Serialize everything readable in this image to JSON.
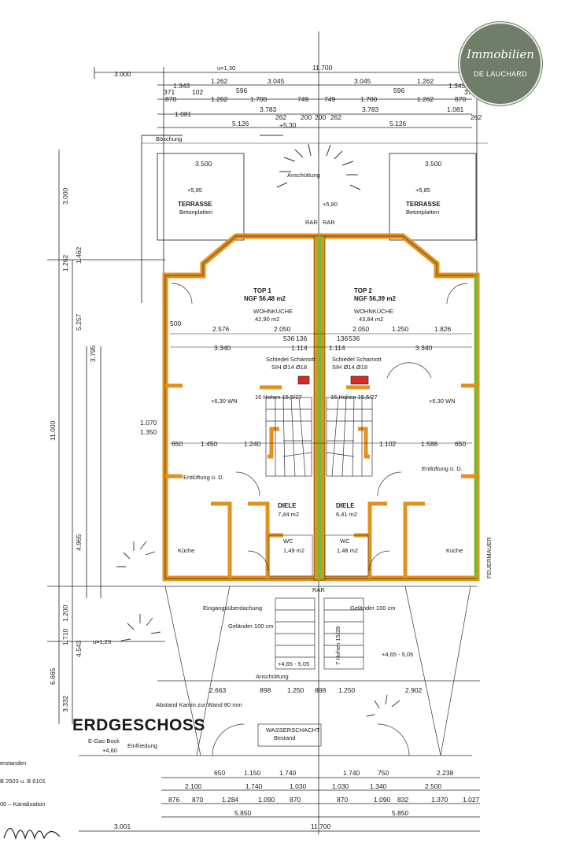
{
  "logo": {
    "line1": "Immobilien",
    "line2": "DE LAUCHARD"
  },
  "drawing": {
    "title": "ERDGESCHOSS",
    "units": [
      {
        "top": "TOP 1",
        "ngf": "NGF 56,48 m2",
        "kitchen": "WOHNKÜCHE",
        "kitchen_area": "42,90 m2",
        "hall": "DIELE",
        "hall_area": "7,44 m2",
        "wc": "WC",
        "wc_area": "1,49 m2",
        "terrace": "TERRASSE",
        "terrace_sub": "Betonplatten",
        "terrace_level": "+5,85",
        "level_wn": "+6,30 WN",
        "kitchen2": "Küche",
        "vent": "Entlüftung ü. D.",
        "chimney": "Schiedel Schamott",
        "chimney_sub": "SIH Ø14 Ø18",
        "stairs": "16 Hohen 15,5/27"
      },
      {
        "top": "TOP 2",
        "ngf": "NGF 56,39 m2",
        "kitchen": "WOHNKÜCHE",
        "kitchen_area": "43,84 m2",
        "hall": "DIELE",
        "hall_area": "6,41 m2",
        "wc": "WC",
        "wc_area": "1,48 m2",
        "terrace": "TERRASSE",
        "terrace_sub": "Betonplatten",
        "terrace_level": "+5,85",
        "level_wn": "+6,30 WN",
        "kitchen2": "Küche",
        "vent": "Entlüftung ü. D.",
        "chimney": "Schiedel Schamott",
        "chimney_sub": "SIH Ø14 Ø18",
        "stairs": "16 Hohen 15,5/27"
      }
    ],
    "labels": {
      "boeschung": "Böschung",
      "anschuettung": "Anschüttung",
      "level_top": "+5,80",
      "rar": "RAR",
      "entrance_roof": "Eingangsüberdachung",
      "railing": "Geländer 100 cm",
      "stairs_entrance": "7 Hohen 15/28",
      "level_entrance": "+4,65 - 5,05",
      "chimney_distance": "Abstand Kamin zur Wand 80 mm",
      "gas": "E-Gas Bock",
      "level_gas": "+4,60",
      "fence": "Einfriedung",
      "shaft": "WASSERSCHACHT",
      "shaft_sub": "Bestand",
      "fire_wall": "FEUERMAUER",
      "ucode": "u=1,30",
      "u2": "u=1,23",
      "left_txt1": "erstanden",
      "left_txt2": "B 2503 u. B 6101",
      "left_txt3": "00 – Kanalisation"
    },
    "dims_top": {
      "overall": "11.700",
      "left": "3.000",
      "row1": [
        "1.343",
        "1.262",
        "3.045",
        "3.045",
        "1.262",
        "1.343"
      ],
      "row1b": [
        "596",
        "596"
      ],
      "row2": [
        "870",
        "1.262",
        "1.700",
        "749",
        "749",
        "1.700",
        "1.262",
        "870"
      ],
      "row2b": [
        "371",
        "102",
        "371"
      ],
      "row3": [
        "1.081",
        "3.783",
        "3.783",
        "1.081"
      ],
      "row3b": [
        "262",
        "262",
        "262"
      ],
      "row4": [
        "5.126",
        "5.126"
      ],
      "row4b": [
        "+5,30",
        "200",
        "200"
      ],
      "terrace": [
        "3.500",
        "3.500"
      ]
    },
    "dims_inner": {
      "r1": [
        "500",
        "2.576",
        "2.050",
        "2.050",
        "1.250",
        "1.826"
      ],
      "r2": [
        "3.340",
        "1.114",
        "1.114",
        "3.340"
      ],
      "r3": [
        "536",
        "136",
        "136",
        "536"
      ],
      "r4": [
        "650",
        "1.450",
        "1.240",
        "1.102",
        "1.588",
        "650"
      ],
      "sides": [
        "1.070",
        "1.350"
      ]
    },
    "dims_left": [
      "3.000",
      "5.257",
      "11.000",
      "4.965",
      "3.795",
      "1.262",
      "1.462",
      "1.200",
      "1.710",
      "4.543",
      "6.665",
      "3.332"
    ],
    "dims_bottom": {
      "r1": [
        "650",
        "1.150",
        "1.740",
        "1.740",
        "750",
        "2.238"
      ],
      "r2": [
        "2.100",
        "1.740",
        "1.030",
        "1.030",
        "1.340",
        "2.500"
      ],
      "r3": [
        "876",
        "870",
        "1.284",
        "1.090",
        "870",
        "870",
        "1.090",
        "832",
        "1.370",
        "1.027"
      ],
      "r4": [
        "5.850",
        "5.850"
      ],
      "r5": [
        "3.001",
        "11.700"
      ],
      "r6": [
        "2.663",
        "898",
        "1.250",
        "898",
        "1.250",
        "2.902"
      ]
    }
  }
}
